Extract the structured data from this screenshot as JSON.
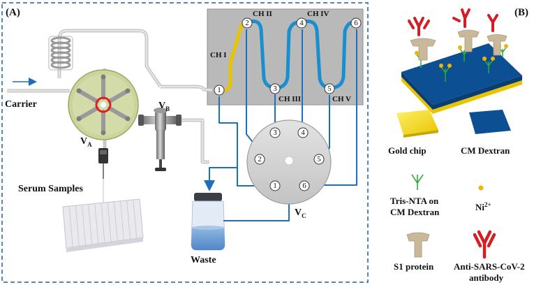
{
  "panel_a": {
    "label": "(A)",
    "carrier": "Carrier",
    "valve_a": "V",
    "valve_a_sub": "A",
    "valve_b": "V",
    "valve_b_sub": "B",
    "valve_c": "V",
    "valve_c_sub": "C",
    "serum": "Serum Samples",
    "waste": "Waste",
    "channels": {
      "ch1": "CH I",
      "ch2": "CH II",
      "ch3": "CH III",
      "ch4": "CH IV",
      "ch5": "CH V"
    },
    "chip_ports": [
      "1",
      "2",
      "3",
      "4",
      "5",
      "6"
    ],
    "valve_ports": [
      "1",
      "2",
      "3",
      "4",
      "5",
      "6"
    ]
  },
  "panel_b": {
    "label": "(B)",
    "gold_chip": "Gold chip",
    "cm_dextran": "CM Dextran",
    "tris_nta_line1": "Tris-NTA on",
    "tris_nta_line2": "CM Dextran",
    "ni": "Ni",
    "ni_sup": "2+",
    "s1": "S1 protein",
    "antibody_line1": "Anti-SARS-CoV-2",
    "antibody_line2": "antibody"
  },
  "colors": {
    "flow_blue": "#1f6fb8",
    "chip_gray": "#b7b7b7",
    "gold": "#f2d51a",
    "dextran": "#0d4f93",
    "antibody_red": "#d21f25",
    "ni_yellow": "#f0b400"
  }
}
